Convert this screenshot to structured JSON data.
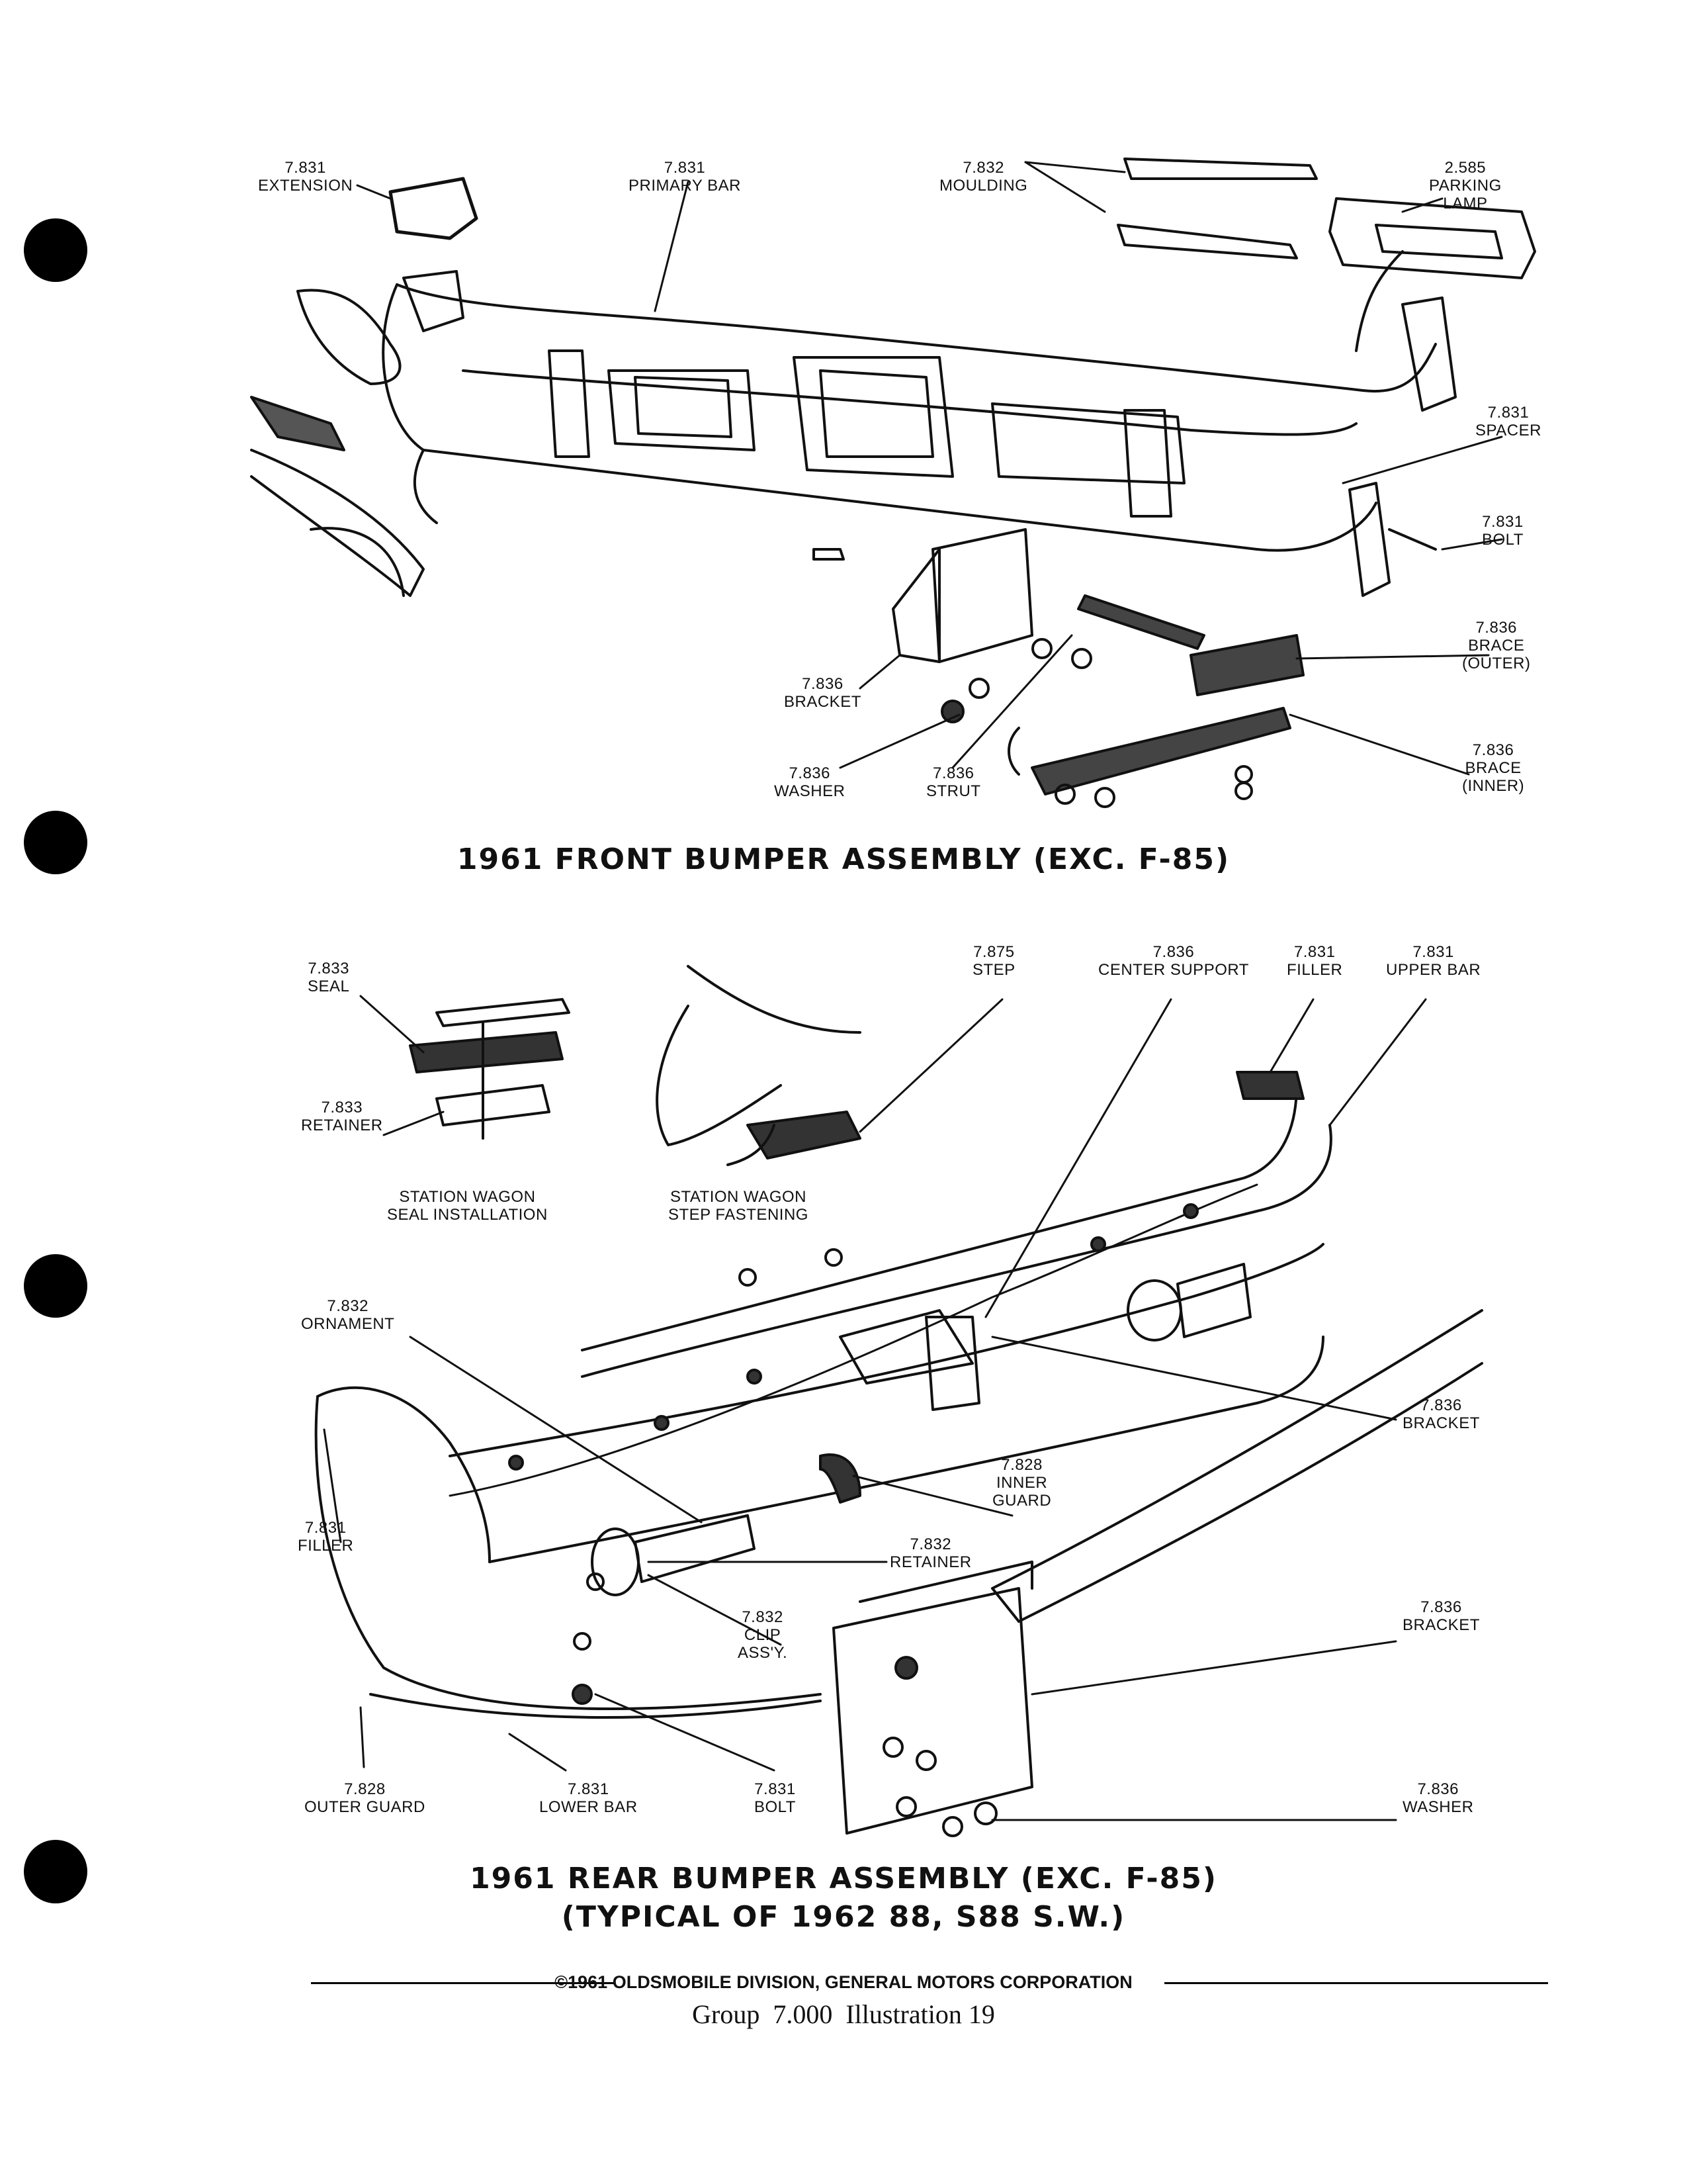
{
  "front": {
    "caption": "1961 FRONT BUMPER ASSEMBLY (EXC. F-85)",
    "labels": [
      {
        "id": "extension",
        "lines": [
          "7.831",
          "EXTENSION"
        ]
      },
      {
        "id": "primary-bar",
        "lines": [
          "7.831",
          "PRIMARY BAR"
        ]
      },
      {
        "id": "moulding",
        "lines": [
          "7.832",
          "MOULDING"
        ]
      },
      {
        "id": "parking-lamp",
        "lines": [
          "2.585",
          "PARKING",
          "LAMP"
        ]
      },
      {
        "id": "spacer",
        "lines": [
          "7.831",
          "SPACER"
        ]
      },
      {
        "id": "bolt",
        "lines": [
          "7.831",
          "BOLT"
        ]
      },
      {
        "id": "brace-outer",
        "lines": [
          "7.836",
          "BRACE",
          "(OUTER)"
        ]
      },
      {
        "id": "bracket",
        "lines": [
          "7.836",
          "BRACKET"
        ]
      },
      {
        "id": "washer",
        "lines": [
          "7.836",
          "WASHER"
        ]
      },
      {
        "id": "strut",
        "lines": [
          "7.836",
          "STRUT"
        ]
      },
      {
        "id": "brace-inner",
        "lines": [
          "7.836",
          "BRACE",
          "(INNER)"
        ]
      }
    ]
  },
  "rear": {
    "caption_lines": [
      "1961 REAR BUMPER ASSEMBLY (EXC. F-85)",
      "(TYPICAL OF 1962 88, S88 S.W.)"
    ],
    "labels": [
      {
        "id": "seal",
        "lines": [
          "7.833",
          "SEAL"
        ]
      },
      {
        "id": "retainer-sw",
        "lines": [
          "7.833",
          "RETAINER"
        ]
      },
      {
        "id": "sw-seal-installation",
        "lines": [
          "STATION WAGON",
          "SEAL INSTALLATION"
        ]
      },
      {
        "id": "step",
        "lines": [
          "7.875",
          "STEP"
        ]
      },
      {
        "id": "sw-step-fastening",
        "lines": [
          "STATION WAGON",
          "STEP FASTENING"
        ]
      },
      {
        "id": "center-support",
        "lines": [
          "7.836",
          "CENTER SUPPORT"
        ]
      },
      {
        "id": "filler-right",
        "lines": [
          "7.831",
          "FILLER"
        ]
      },
      {
        "id": "upper-bar",
        "lines": [
          "7.831",
          "UPPER BAR"
        ]
      },
      {
        "id": "ornament",
        "lines": [
          "7.832",
          "ORNAMENT"
        ]
      },
      {
        "id": "bracket-upper",
        "lines": [
          "7.836",
          "BRACKET"
        ]
      },
      {
        "id": "inner-guard",
        "lines": [
          "7.828",
          "INNER",
          "GUARD"
        ]
      },
      {
        "id": "filler-left",
        "lines": [
          "7.831",
          "FILLER"
        ]
      },
      {
        "id": "retainer",
        "lines": [
          "7.832",
          "RETAINER"
        ]
      },
      {
        "id": "clip-assy",
        "lines": [
          "7.832",
          "CLIP",
          "ASS'Y."
        ]
      },
      {
        "id": "bracket-lower",
        "lines": [
          "7.836",
          "BRACKET"
        ]
      },
      {
        "id": "outer-guard",
        "lines": [
          "7.828",
          "OUTER GUARD"
        ]
      },
      {
        "id": "lower-bar",
        "lines": [
          "7.831",
          "LOWER BAR"
        ]
      },
      {
        "id": "bolt-rear",
        "lines": [
          "7.831",
          "BOLT"
        ]
      },
      {
        "id": "washer-rear",
        "lines": [
          "7.836",
          "WASHER"
        ]
      }
    ]
  },
  "footer": {
    "copyright": "©1961 OLDSMOBILE DIVISION, GENERAL MOTORS CORPORATION",
    "group_line": "Group  7.000  Illustration 19"
  }
}
